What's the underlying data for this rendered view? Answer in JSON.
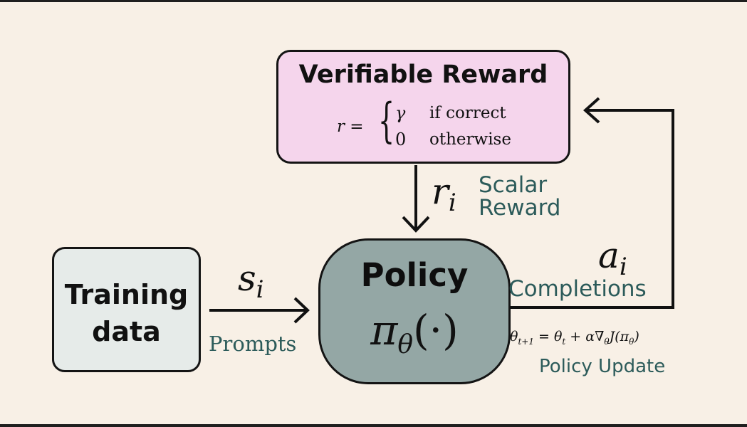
{
  "reward": {
    "title": "Verifiable Reward",
    "formula": {
      "lhs": "r =",
      "brace": "{",
      "case1_value": "γ",
      "case1_condition": "if correct",
      "case2_value": "0",
      "case2_condition": "otherwise"
    }
  },
  "reward_signal": {
    "symbol": "r",
    "subscript": "i",
    "label_line1": "Scalar",
    "label_line2": "Reward"
  },
  "training": {
    "line1": "Training",
    "line2": "data"
  },
  "prompt": {
    "symbol": "s",
    "subscript": "i",
    "label": "Prompts"
  },
  "policy": {
    "title": "Policy",
    "symbol": "π",
    "subscript": "θ",
    "args": "(·)"
  },
  "completion": {
    "symbol": "a",
    "subscript": "i",
    "label": "Completions"
  },
  "update": {
    "equation": "θ_{t+1} = θ_t + α∇_θ J(π_θ)",
    "label": "Policy Update"
  },
  "colors": {
    "background": "#f8f0e6",
    "reward_box": "#f5d5ec",
    "training_box": "#e6ebe9",
    "policy_box": "#94a7a5",
    "label_teal": "#2c5b5a",
    "line": "#111111"
  }
}
